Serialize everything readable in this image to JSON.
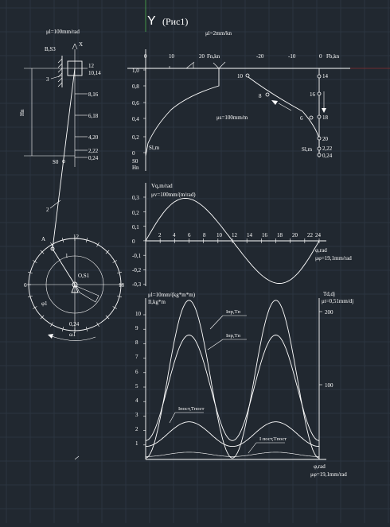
{
  "header": {
    "axis_y_glyph": "Y",
    "title": "(Рис1)"
  },
  "mechanism": {
    "scale": "μl=100mm/rad",
    "labels": {
      "x_axis": "X",
      "point_b": "B,S3",
      "link3": "3",
      "link2": "2",
      "link1": "1",
      "point_a": "A",
      "point_o": "O,S1",
      "stroke": "Hn",
      "s_point": "S0",
      "phi": "φ1",
      "omega": "ω1"
    },
    "positions": [
      "12",
      "10,14",
      "8,16",
      "6,18",
      "4,20",
      "2,22",
      "0,24"
    ],
    "crank_positions": {
      "top": "12",
      "left": "6",
      "right": "18",
      "bottom": "0,24"
    }
  },
  "force_chart": {
    "scale": "μl=2mm/kn",
    "x_ticks": [
      "0",
      "10",
      "20"
    ],
    "x_label": "Fn,kn",
    "y_ticks": [
      "1,0",
      "0,8",
      "0,6",
      "0,4",
      "0,2",
      "0"
    ],
    "y_label": "Sl,m",
    "y_origin": "S0",
    "y_hn": "Hn",
    "mu_s": "μs=100mm/m"
  },
  "fb_chart": {
    "x_ticks": [
      "-20",
      "-10",
      "0"
    ],
    "x_label": "Fb,kn",
    "pts": [
      "10",
      "8",
      "6",
      "14",
      "16",
      "18",
      "20",
      "2,22",
      "0,24"
    ],
    "y_label": "Sl,m"
  },
  "velocity_chart": {
    "y_label": "Vq,m/rad",
    "scale": "μv=100mm/(m/rad)",
    "y_ticks": [
      "0,3",
      "0,2",
      "0,1",
      "0",
      "-0,1",
      "-0,2",
      "-0,3"
    ],
    "x_ticks": [
      "2",
      "4",
      "6",
      "8",
      "10",
      "12",
      "14",
      "16",
      "18",
      "20",
      "22",
      "24"
    ],
    "x_label": "φ,rad",
    "mu_phi": "μφ=19,1mm/rad"
  },
  "inertia_chart": {
    "scale_left": "μl=10mm/(kg*m*m)",
    "y_label": "Il,kg*m",
    "y_ticks": [
      "10",
      "9",
      "8",
      "7",
      "6",
      "5",
      "4",
      "3",
      "2",
      "1"
    ],
    "right_label": "Td,dj",
    "right_scale": "μt=0,51mm/dj",
    "right_ticks": [
      "200",
      "100"
    ],
    "curve_labels": [
      "Iпр,Tп",
      "Iпр,Tп",
      "Iпост,Tпост",
      "I пост,Tпост"
    ],
    "x_label": "φ,rad",
    "mu_phi": "μφ=19,1mm/rad"
  },
  "colors": {
    "background": "#212830",
    "grid": "#2c3540",
    "lines": "#ffffff",
    "accent_green": "#4caf50"
  }
}
